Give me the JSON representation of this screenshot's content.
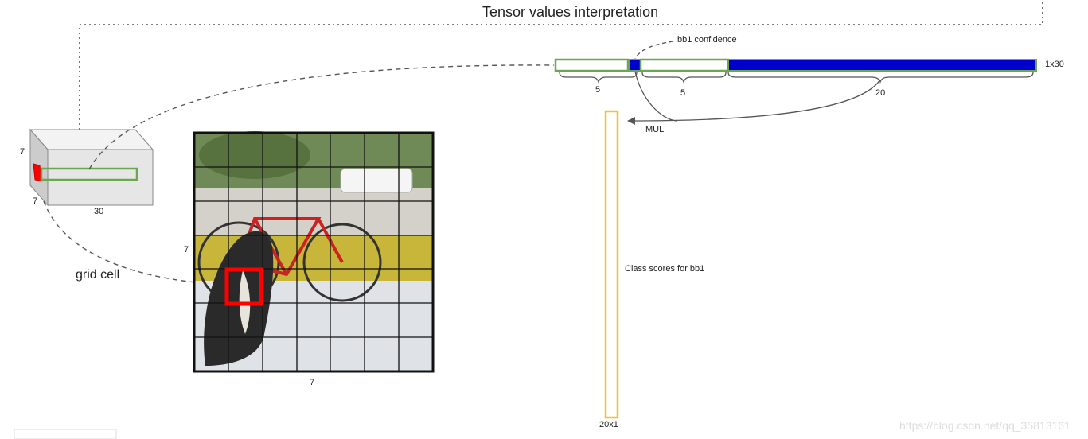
{
  "title": "Tensor values interpretation",
  "tensor_cube": {
    "dim_height": "7",
    "dim_width": "7",
    "dim_depth": "30"
  },
  "image_grid": {
    "rows_label": "7",
    "cols_label": "7",
    "rows": 7,
    "cols": 7,
    "grid_cell_label": "grid cell"
  },
  "vector": {
    "shape_label": "1x30",
    "bb1_confidence_label": "bb1 confidence",
    "segment_labels": [
      "5",
      "5",
      "20"
    ],
    "mul_label": "MUL"
  },
  "class_scores": {
    "label": "Class scores for bb1",
    "shape_label": "20x1"
  },
  "watermark": "https://blog.csdn.net/qq_35813161",
  "colors": {
    "green_outline": "#6aa84f",
    "blue_fill": "#0000cc",
    "red_cell": "#ff0000",
    "yellow_outline": "#f1c232",
    "cube_front": "#e6e6e6",
    "cube_top": "#f3f3f3",
    "cube_side": "#cccccc"
  }
}
